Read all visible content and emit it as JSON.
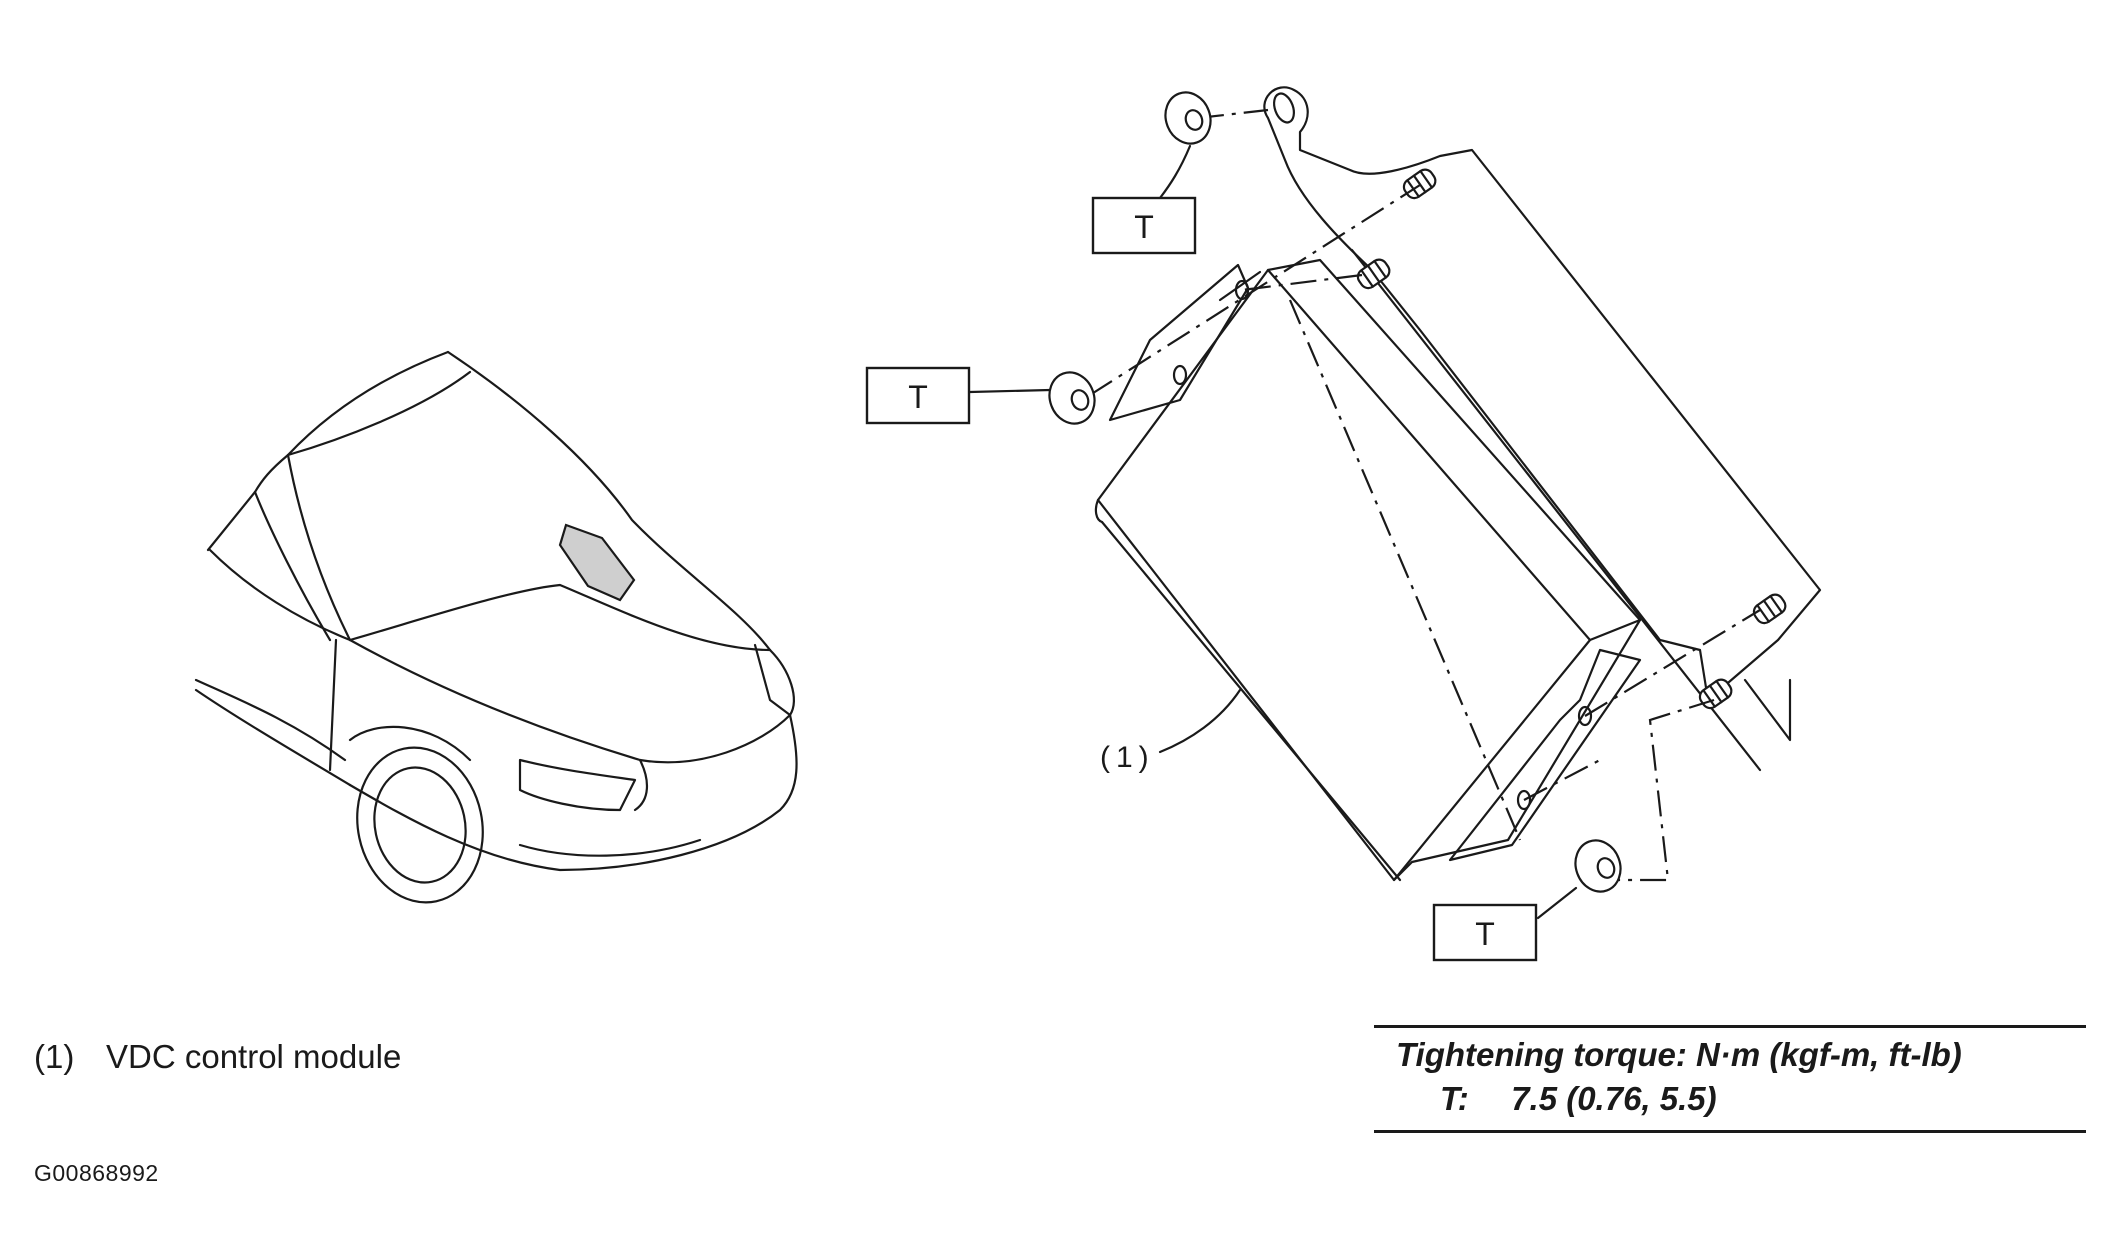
{
  "callouts": {
    "module_number": "(1)",
    "torque_tag": "T"
  },
  "legend": {
    "number": "(1)",
    "text": "VDC control module"
  },
  "torque_spec": {
    "heading": "Tightening torque: N·m (kgf-m, ft-lb)",
    "key": "T:",
    "value": "7.5 (0.76, 5.5)"
  },
  "figure_id": "G00868992"
}
